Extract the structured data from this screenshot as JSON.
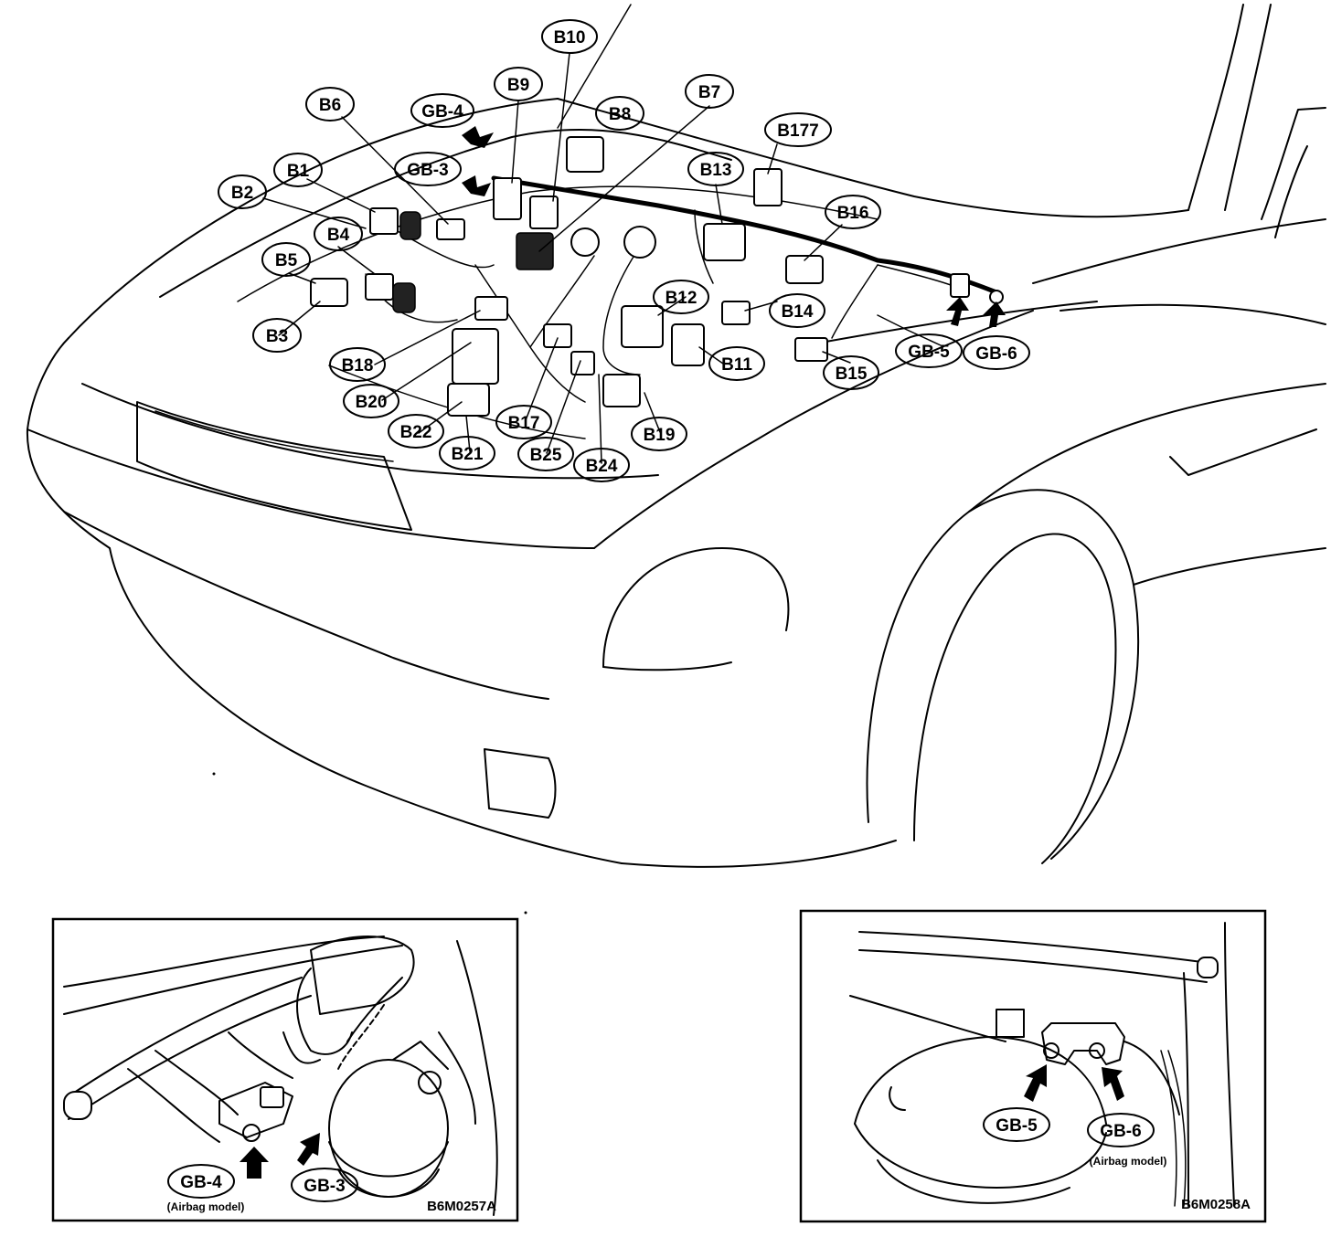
{
  "main_callouts": [
    {
      "id": "B10",
      "label": "B10"
    },
    {
      "id": "B9",
      "label": "B9"
    },
    {
      "id": "B7",
      "label": "B7"
    },
    {
      "id": "B8",
      "label": "B8"
    },
    {
      "id": "B6",
      "label": "B6"
    },
    {
      "id": "GB-4",
      "label": "GB-4"
    },
    {
      "id": "B177",
      "label": "B177"
    },
    {
      "id": "GB-3",
      "label": "GB-3"
    },
    {
      "id": "B13",
      "label": "B13"
    },
    {
      "id": "B1",
      "label": "B1"
    },
    {
      "id": "B2",
      "label": "B2"
    },
    {
      "id": "B16",
      "label": "B16"
    },
    {
      "id": "B4",
      "label": "B4"
    },
    {
      "id": "B5",
      "label": "B5"
    },
    {
      "id": "B12",
      "label": "B12"
    },
    {
      "id": "B14",
      "label": "B14"
    },
    {
      "id": "B3",
      "label": "B3"
    },
    {
      "id": "GB-5",
      "label": "GB-5"
    },
    {
      "id": "GB-6",
      "label": "GB-6"
    },
    {
      "id": "B11",
      "label": "B11"
    },
    {
      "id": "B18",
      "label": "B18"
    },
    {
      "id": "B15",
      "label": "B15"
    },
    {
      "id": "B20",
      "label": "B20"
    },
    {
      "id": "B17",
      "label": "B17"
    },
    {
      "id": "B22",
      "label": "B22"
    },
    {
      "id": "B19",
      "label": "B19"
    },
    {
      "id": "B21",
      "label": "B21"
    },
    {
      "id": "B25",
      "label": "B25"
    },
    {
      "id": "B24",
      "label": "B24"
    }
  ],
  "inset_left": {
    "callouts": [
      {
        "id": "GB-4",
        "label": "GB-4"
      },
      {
        "id": "GB-3",
        "label": "GB-3"
      }
    ],
    "caption": "(Airbag model)",
    "code": "B6M0257A"
  },
  "inset_right": {
    "callouts": [
      {
        "id": "GB-5",
        "label": "GB-5"
      },
      {
        "id": "GB-6",
        "label": "GB-6"
      }
    ],
    "caption": "(Airbag model)",
    "code": "B6M0258A"
  }
}
